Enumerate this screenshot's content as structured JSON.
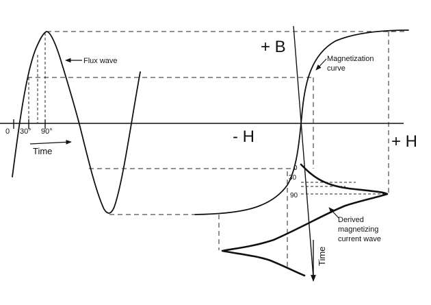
{
  "labels": {
    "flux_wave": "Flux wave",
    "plus_b": "+ B",
    "magnetization_1": "Magnetization",
    "magnetization_2": "curve",
    "minus_h": "- H",
    "plus_h": "+ H",
    "zero": "0",
    "deg30": "30°",
    "deg90": "90°",
    "time_left": "Time",
    "cur_zero": "0",
    "cur_30": "30",
    "cur_90": "90",
    "derived_1": "Derived",
    "derived_2": "magnetizing",
    "derived_3": "current wave",
    "time_right": "Time"
  }
}
